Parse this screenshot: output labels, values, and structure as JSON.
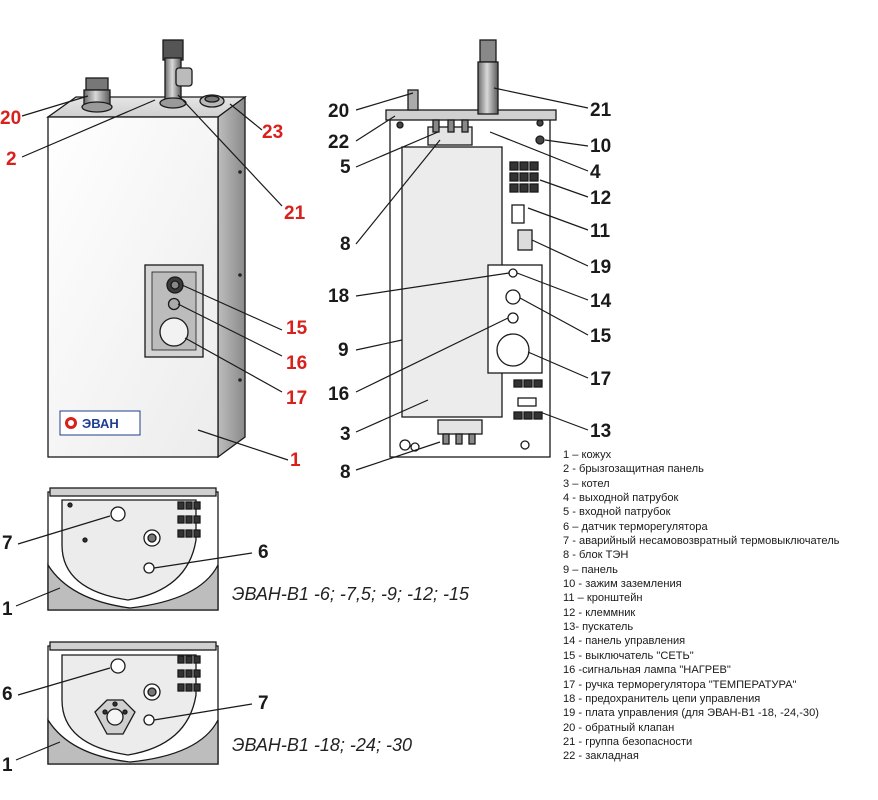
{
  "brand_logo": "ЭВАН",
  "models": {
    "small": "ЭВАН-В1 -6; -7,5; -9; -12; -15",
    "large": "ЭВАН-В1 -18; -24; -30"
  },
  "colors": {
    "red_callout": "#d8201c",
    "logo_blue": "#1e3f8e",
    "line": "#1a1a1a"
  },
  "callouts": {
    "front": [
      "20",
      "2",
      "23",
      "21",
      "15",
      "16",
      "17",
      "1"
    ],
    "inside_left": [
      "20",
      "22",
      "5",
      "8",
      "18",
      "9",
      "16",
      "3",
      "8"
    ],
    "inside_right": [
      "21",
      "10",
      "4",
      "12",
      "11",
      "19",
      "14",
      "15",
      "17",
      "13"
    ],
    "bottom_small": [
      "7",
      "6",
      "1"
    ],
    "bottom_large": [
      "6",
      "7",
      "1"
    ]
  },
  "legend": [
    "1 – кожух",
    "2 - брызгозащитная панель",
    "3 – котел",
    "4 - выходной патрубок",
    "5 - входной патрубок",
    "6 – датчик терморегулятора",
    "7 - аварийный несамовозвратный термовыключатель",
    "8 - блок ТЭН",
    "9 – панель",
    "10 - зажим заземления",
    "11 – кронштейн",
    "12 - клеммник",
    "13- пускатель",
    "14 - панель управления",
    "15 - выключатель \"СЕТЬ\"",
    "16 -сигнальная лампа \"НАГРЕВ\"",
    "17 - ручка терморегулятора \"ТЕМПЕРАТУРА\"",
    "18 - предохранитель цепи управления",
    "19 - плата управления (для ЭВАН-В1 -18, -24,-30)",
    "20 - обратный клапан",
    "21 - группа безопасности",
    "22 - закладная"
  ]
}
